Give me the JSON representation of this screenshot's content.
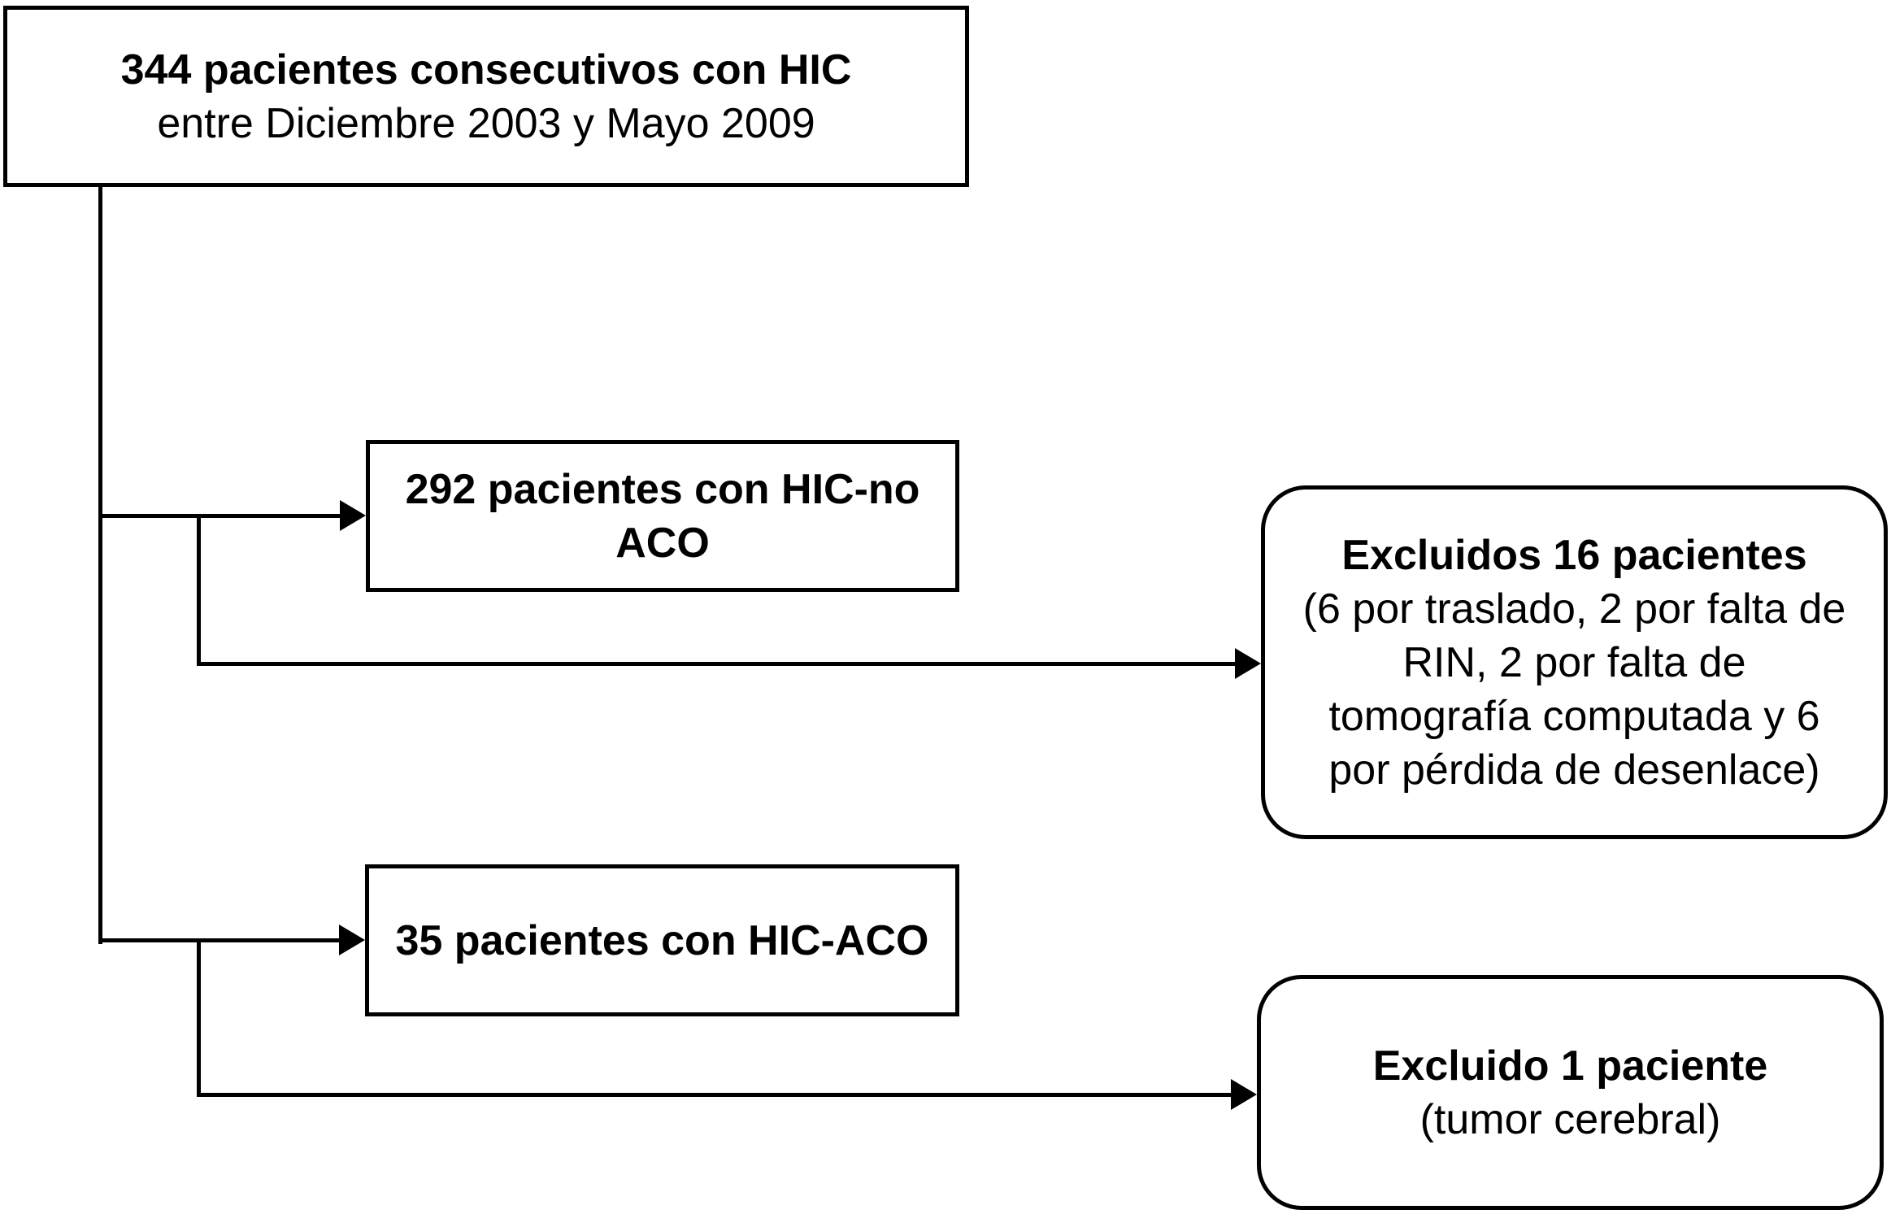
{
  "colors": {
    "line": "#000000",
    "background": "#ffffff",
    "box_fill": "#ffffff",
    "text": "#000000"
  },
  "nodes": {
    "total_patients": {
      "line1": "344 pacientes consecutivos con HIC",
      "line2": "entre Diciembre 2003 y Mayo 2009"
    },
    "hic_no_aco": {
      "line1": "292 pacientes con HIC-no",
      "line2": "ACO"
    },
    "excluded_16": {
      "title": "Excluidos 16 pacientes",
      "lines": [
        "(6 por traslado, 2 por falta de",
        "RIN, 2 por falta de",
        "tomografía computada y 6",
        "por pérdida de desenlace)"
      ]
    },
    "hic_aco": {
      "line1": "35 pacientes con HIC-ACO"
    },
    "excluded_1": {
      "title": "Excluido 1 paciente",
      "lines": [
        "(tumor cerebral)"
      ]
    }
  }
}
